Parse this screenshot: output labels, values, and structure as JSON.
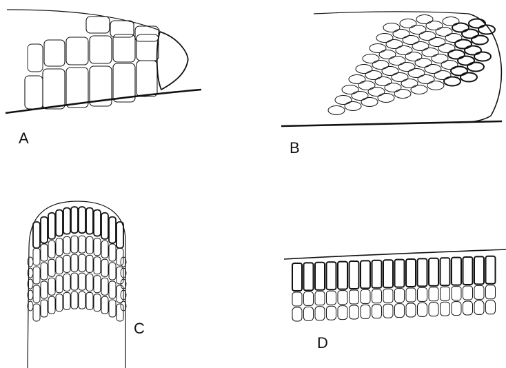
{
  "panels": [
    {
      "id": "A",
      "label": "A"
    },
    {
      "id": "B",
      "label": "B"
    },
    {
      "id": "C",
      "label": "C"
    },
    {
      "id": "D",
      "label": "D"
    }
  ],
  "colors": {
    "ink": "#111111",
    "background": "#ffffff"
  }
}
